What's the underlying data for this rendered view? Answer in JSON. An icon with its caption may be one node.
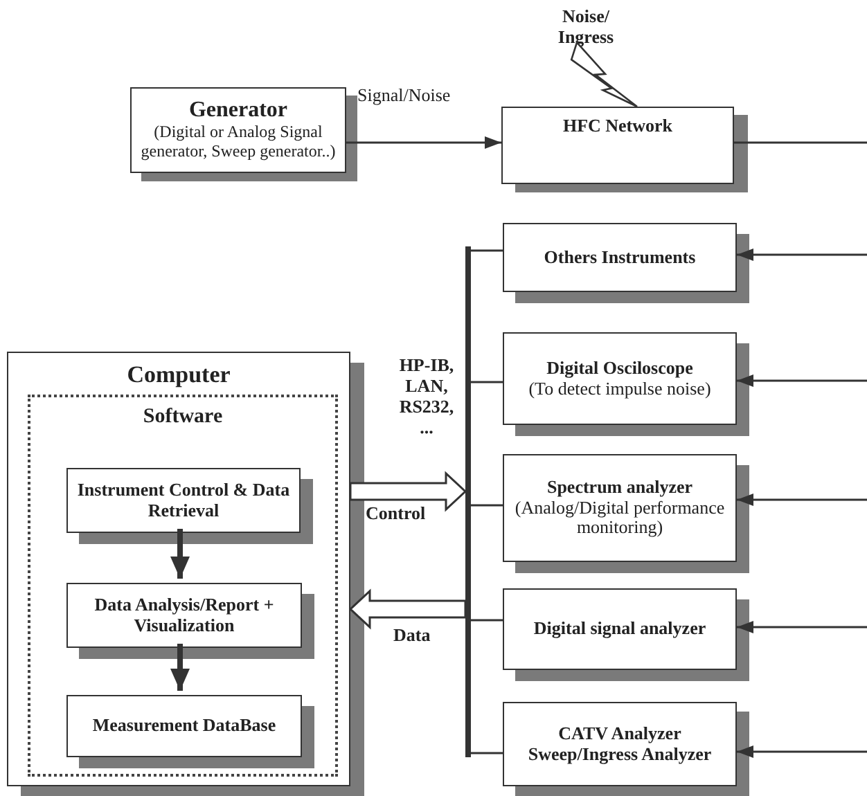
{
  "diagram": {
    "nodes": [
      {
        "text": [
          "Generator",
          "(Digital or Analog Signal generator, Sweep generator..)"
        ]
      },
      {
        "text": [
          "HFC Network"
        ]
      },
      {
        "text": [
          "Others Instruments"
        ]
      },
      {
        "text": [
          "Digital Osciloscope",
          "(To detect impulse noise)"
        ]
      },
      {
        "text": [
          "Spectrum analyzer",
          "(Analog/Digital performance monitoring)"
        ]
      },
      {
        "text": [
          "Digital signal analyzer"
        ]
      },
      {
        "text": [
          "CATV Analyzer Sweep/Ingress Analyzer"
        ]
      },
      {
        "text": [
          "Computer"
        ]
      },
      {
        "text": [
          "Software"
        ],
        "in": 7
      },
      {
        "text": [
          "Instrument Control & Data Retrieval"
        ],
        "in": 8
      },
      {
        "text": [
          "Data Analysis/Report + Visualization"
        ],
        "in": 8
      },
      {
        "text": [
          "Measurement DataBase"
        ],
        "in": 8
      },
      {
        "text": [],
        "shape": "bar",
        "beside": [
          "HP-IB, LAN, RS232, ..."
        ]
      },
      {
        "text": [
          "Noise/ Ingress"
        ]
      }
    ],
    "edges": [
      {
        "from": 0,
        "to": 1,
        "arrow": "to",
        "label": "Signal/Noise"
      },
      {
        "from": 1,
        "to": null,
        "arrow": "none"
      },
      {
        "from": null,
        "to": 2,
        "arrow": "to"
      },
      {
        "from": null,
        "to": 3,
        "arrow": "to"
      },
      {
        "from": null,
        "to": 4,
        "arrow": "to"
      },
      {
        "from": null,
        "to": 5,
        "arrow": "to"
      },
      {
        "from": null,
        "to": 6,
        "arrow": "to"
      },
      {
        "from": 12,
        "to": 2,
        "arrow": "none"
      },
      {
        "from": 12,
        "to": 3,
        "arrow": "none"
      },
      {
        "from": 12,
        "to": 4,
        "arrow": "none"
      },
      {
        "from": 12,
        "to": 5,
        "arrow": "none"
      },
      {
        "from": 12,
        "to": 6,
        "arrow": "none"
      },
      {
        "from": 7,
        "to": 12,
        "arrow": "to",
        "label": "Control",
        "style": "thick"
      },
      {
        "from": 12,
        "to": 7,
        "arrow": "to",
        "label": "Data",
        "style": "thick"
      },
      {
        "from": 9,
        "to": 10,
        "arrow": "to",
        "style": "thick"
      },
      {
        "from": 10,
        "to": 11,
        "arrow": "to",
        "style": "thick"
      },
      {
        "from": 13,
        "to": 1,
        "arrow": "none"
      }
    ]
  }
}
